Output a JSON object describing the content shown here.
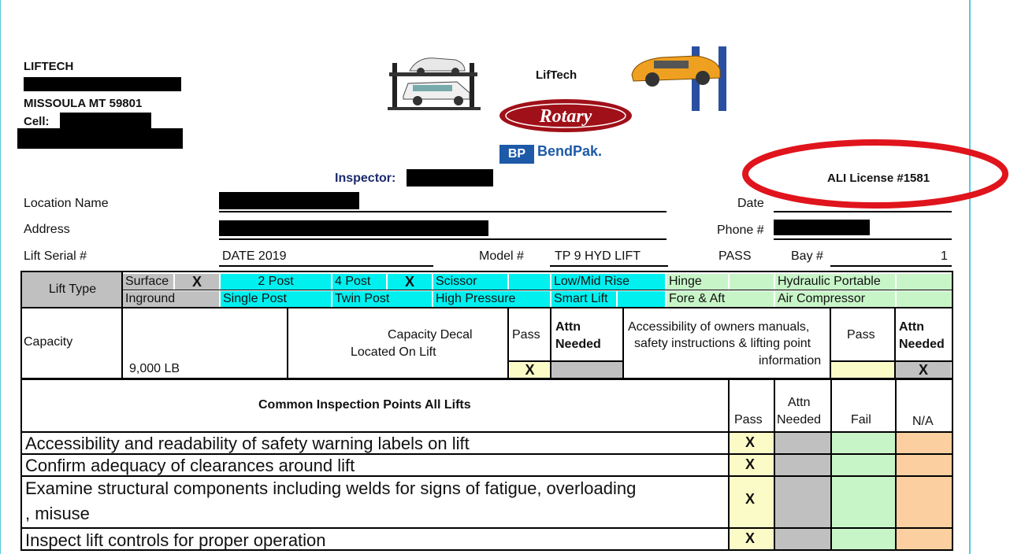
{
  "header": {
    "company": "LIFTECH",
    "city": "MISSOULA MT 59801",
    "cell_label": "Cell:",
    "center_title": "LifTech",
    "rotary_logo": "Rotary",
    "bendpak_logo": "BendPak.",
    "inspector_label": "Inspector:",
    "license": "ALI License #1581"
  },
  "form": {
    "location_label": "Location Name",
    "address_label": "Address",
    "serial_label": "Lift Serial #",
    "serial_value": "DATE 2019",
    "model_label": "Model #",
    "model_value": "TP 9 HYD LIFT",
    "pass_label": "PASS",
    "bay_label": "Bay #",
    "bay_value": "1",
    "date_label": "Date",
    "phone_label": "Phone #"
  },
  "lift_type": {
    "label": "Lift Type",
    "surface": "Surface",
    "surface_mark": "X",
    "two_post": "2 Post",
    "four_post": "4 Post",
    "four_post_mark": "X",
    "scissor": "Scissor",
    "low_mid": "Low/Mid Rise",
    "hinge": "Hinge",
    "hydraulic": "Hydraulic Portable",
    "inground": "Inground",
    "single_post": "Single Post",
    "twin_post": "Twin Post",
    "high_pressure": "High Pressure",
    "smart_lift": "Smart Lift",
    "fore_aft": "Fore & Aft",
    "air_comp": "Air Compressor"
  },
  "capacity": {
    "label": "Capacity",
    "value": "9,000 LB",
    "decal_line1": "Capacity Decal",
    "decal_line2": "Located On Lift",
    "pass": "Pass",
    "attn1": "Attn",
    "attn2": "Needed",
    "decal_mark": "X",
    "access_line1": "Accessibility of owners manuals,",
    "access_line2": "safety instructions & lifting point",
    "access_line3": "information",
    "pass2": "Pass",
    "attn_b1": "Attn",
    "attn_b2": "Needed",
    "access_mark": "X"
  },
  "inspection": {
    "title": "Common Inspection Points All Lifts",
    "col_pass": "Pass",
    "col_attn1": "Attn",
    "col_attn2": "Needed",
    "col_fail": "Fail",
    "col_na": "N/A",
    "rows": [
      {
        "text": "Accessibility and readability of safety warning labels on lift",
        "mark": "X"
      },
      {
        "text": "Confirm adequacy of clearances around lift",
        "mark": "X"
      },
      {
        "text": "Examine structural components including welds for signs of fatigue, overloading",
        "text2": ", misuse",
        "mark": "X"
      },
      {
        "text": "Inspect lift controls for proper operation",
        "mark": "X"
      }
    ]
  },
  "colors": {
    "cyan": "#00f0f0",
    "green": "#c8f5c8",
    "gray": "#c0c0c0",
    "yellow": "#fbfbc8",
    "peach": "#fbcfa0",
    "highlight_ring": "#e0141c",
    "inspector_blue": "#1a2a6c"
  }
}
